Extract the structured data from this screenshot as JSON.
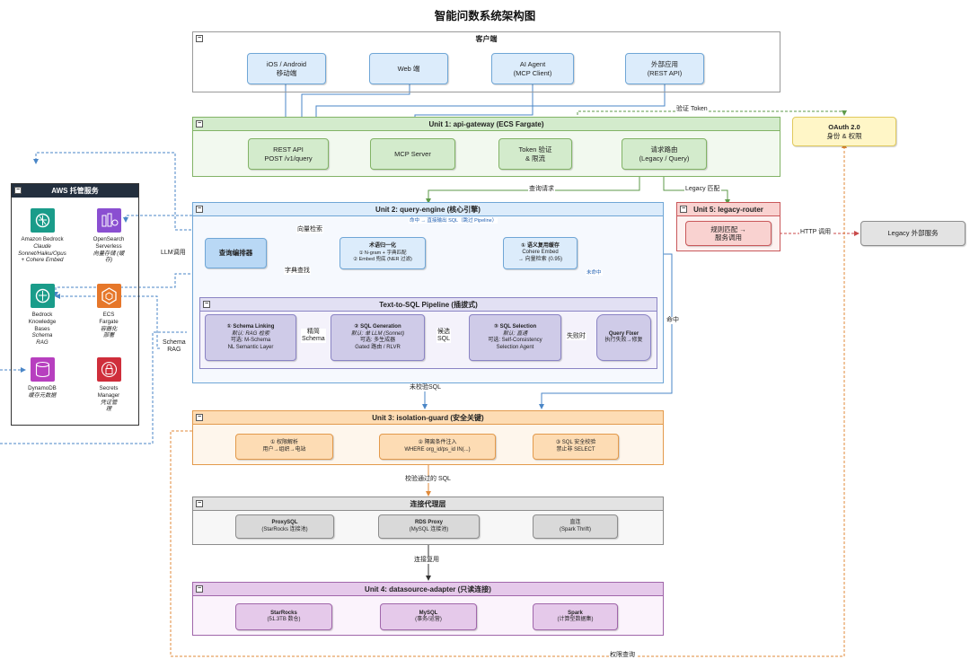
{
  "title": "智能问数系统架构图",
  "client": {
    "header": "客户端",
    "ios": [
      "iOS / Android",
      "移动端"
    ],
    "web": [
      "Web 端"
    ],
    "agent": [
      "AI Agent",
      "(MCP Client)"
    ],
    "ext": [
      "外部应用",
      "(REST API)"
    ]
  },
  "unit1": {
    "header": "Unit 1: api-gateway (ECS Fargate)",
    "rest": [
      "REST API",
      "POST /v1/query"
    ],
    "mcp": [
      "MCP Server"
    ],
    "token": [
      "Token 验证",
      "& 限流"
    ],
    "router": [
      "请求路由",
      "(Legacy / Query)"
    ]
  },
  "oauth": [
    "OAuth 2.0",
    "身份 & 权限"
  ],
  "aws": {
    "header": "AWS 托管服务",
    "bedrock": [
      "Amazon Bedrock",
      "Claude",
      "Sonnet/Haiku/Opus",
      "+ Cohere Embed"
    ],
    "opensearch": [
      "OpenSearch",
      "Serverless",
      "向量存储 (缓",
      "存)"
    ],
    "kb": [
      "Bedrock",
      "Knowledge",
      "Bases",
      "Schema",
      "RAG"
    ],
    "ecs": [
      "ECS",
      "Fargate",
      "容器化",
      "部署"
    ],
    "dynamo": [
      "DynamoDB",
      "缓存元数据"
    ],
    "secrets": [
      "Secrets",
      "Manager",
      "凭证管",
      "理"
    ]
  },
  "unit2": {
    "header": "Unit 2: query-engine (核心引擎)",
    "editor": [
      "查询编排器"
    ],
    "norm": [
      "术语归一化",
      "① N-gram + 字典匹配",
      "② Embed 兜底 (NER 过滤)"
    ],
    "cache": [
      "① 语义复用缓存",
      "Cohere Embed",
      "→ 向量检索 (0.95)"
    ],
    "pipeline": {
      "header": "Text-to-SQL Pipeline (插拔式)",
      "link": [
        "① Schema Linking",
        "默认: RAG 检索",
        "可选: M-Schema",
        "NL Semantic Layer"
      ],
      "gen": [
        "② SQL Generation",
        "默认: 单 LLM (Sonnet)",
        "可选: 多生成器",
        "Gated 路由 / RLVR"
      ],
      "sel": [
        "③ SQL Selection",
        "默认: 直通",
        "可选: Self-Consistency",
        "Selection Agent"
      ],
      "fixer": [
        "Query Fixer",
        "执行失败→修复"
      ]
    }
  },
  "unit5": {
    "header": "Unit 5: legacy-router",
    "rule": [
      "规则匹配 →",
      "服务调用"
    ]
  },
  "legacy_ext": [
    "Legacy 外部服务"
  ],
  "unit3": {
    "header": "Unit 3: isolation-guard (安全关键)",
    "perm": [
      "① 权限解析",
      "用户→组织→电站"
    ],
    "inject": [
      "② 隔离条件注入",
      "WHERE org_id/ps_id IN(...)"
    ],
    "check": [
      "③ SQL 安全校验",
      "禁止非 SELECT"
    ]
  },
  "proxy": {
    "header": "连接代理层",
    "proxysql": [
      "ProxySQL",
      "(StarRocks 连接池)"
    ],
    "rds": [
      "RDS Proxy",
      "(MySQL 连接池)"
    ],
    "direct": [
      "直连",
      "(Spark Thrift)"
    ]
  },
  "unit4": {
    "header": "Unit 4: datasource-adapter (只读连接)",
    "starrocks": [
      "StarRocks",
      "(51.3TB 数仓)"
    ],
    "mysql": [
      "MySQL",
      "(事务/运营)"
    ],
    "spark": [
      "Spark",
      "(计算型数据集)"
    ]
  },
  "edges": {
    "verify_token": "验证 Token",
    "query_request": "查询请求",
    "legacy_match": "Legacy 匹配",
    "vector_search": "向量检索",
    "hit_direct": "命中 → 直接输出 SQL（跳过 Pipeline）",
    "llm_call": "LLM调用",
    "dict_lookup": "字典查找",
    "miss": "未命中",
    "hit": "命中",
    "refined_schema": [
      "精简",
      "Schema"
    ],
    "candidate_sql": [
      "候选",
      "SQL"
    ],
    "on_fail": "失败时",
    "schema_rag": [
      "Schema",
      "RAG"
    ],
    "unverified_sql": "未校验SQL",
    "verified_sql": "校验通过的 SQL",
    "conn_reuse": "连接复用",
    "http_call": "HTTP 调用",
    "perm_query": "权限查询"
  },
  "colors": {
    "blue_fill": "#dcecfb",
    "blue_border": "#6fa6d6",
    "green_fill": "#d3ebcc",
    "green_border": "#82b366",
    "purple_fill": "#cfcbe8",
    "purple_border": "#8b84c4",
    "orange_fill": "#fddcb4",
    "orange_border": "#e39a4c",
    "red_fill": "#f9d2d0",
    "red_border": "#c9575a",
    "gray_fill": "#e3e3e3",
    "gray_border": "#8c8c8c",
    "pink_fill": "#e5c9ea",
    "pink_border": "#a066aa",
    "yellow_fill": "#fff6c7",
    "yellow_border": "#e0c95c"
  },
  "icons": [
    "group-toggle-icon",
    "bedrock-brain-icon",
    "opensearch-icon",
    "knowledge-bases-icon",
    "ecs-fargate-icon",
    "dynamodb-icon",
    "secrets-manager-icon"
  ]
}
